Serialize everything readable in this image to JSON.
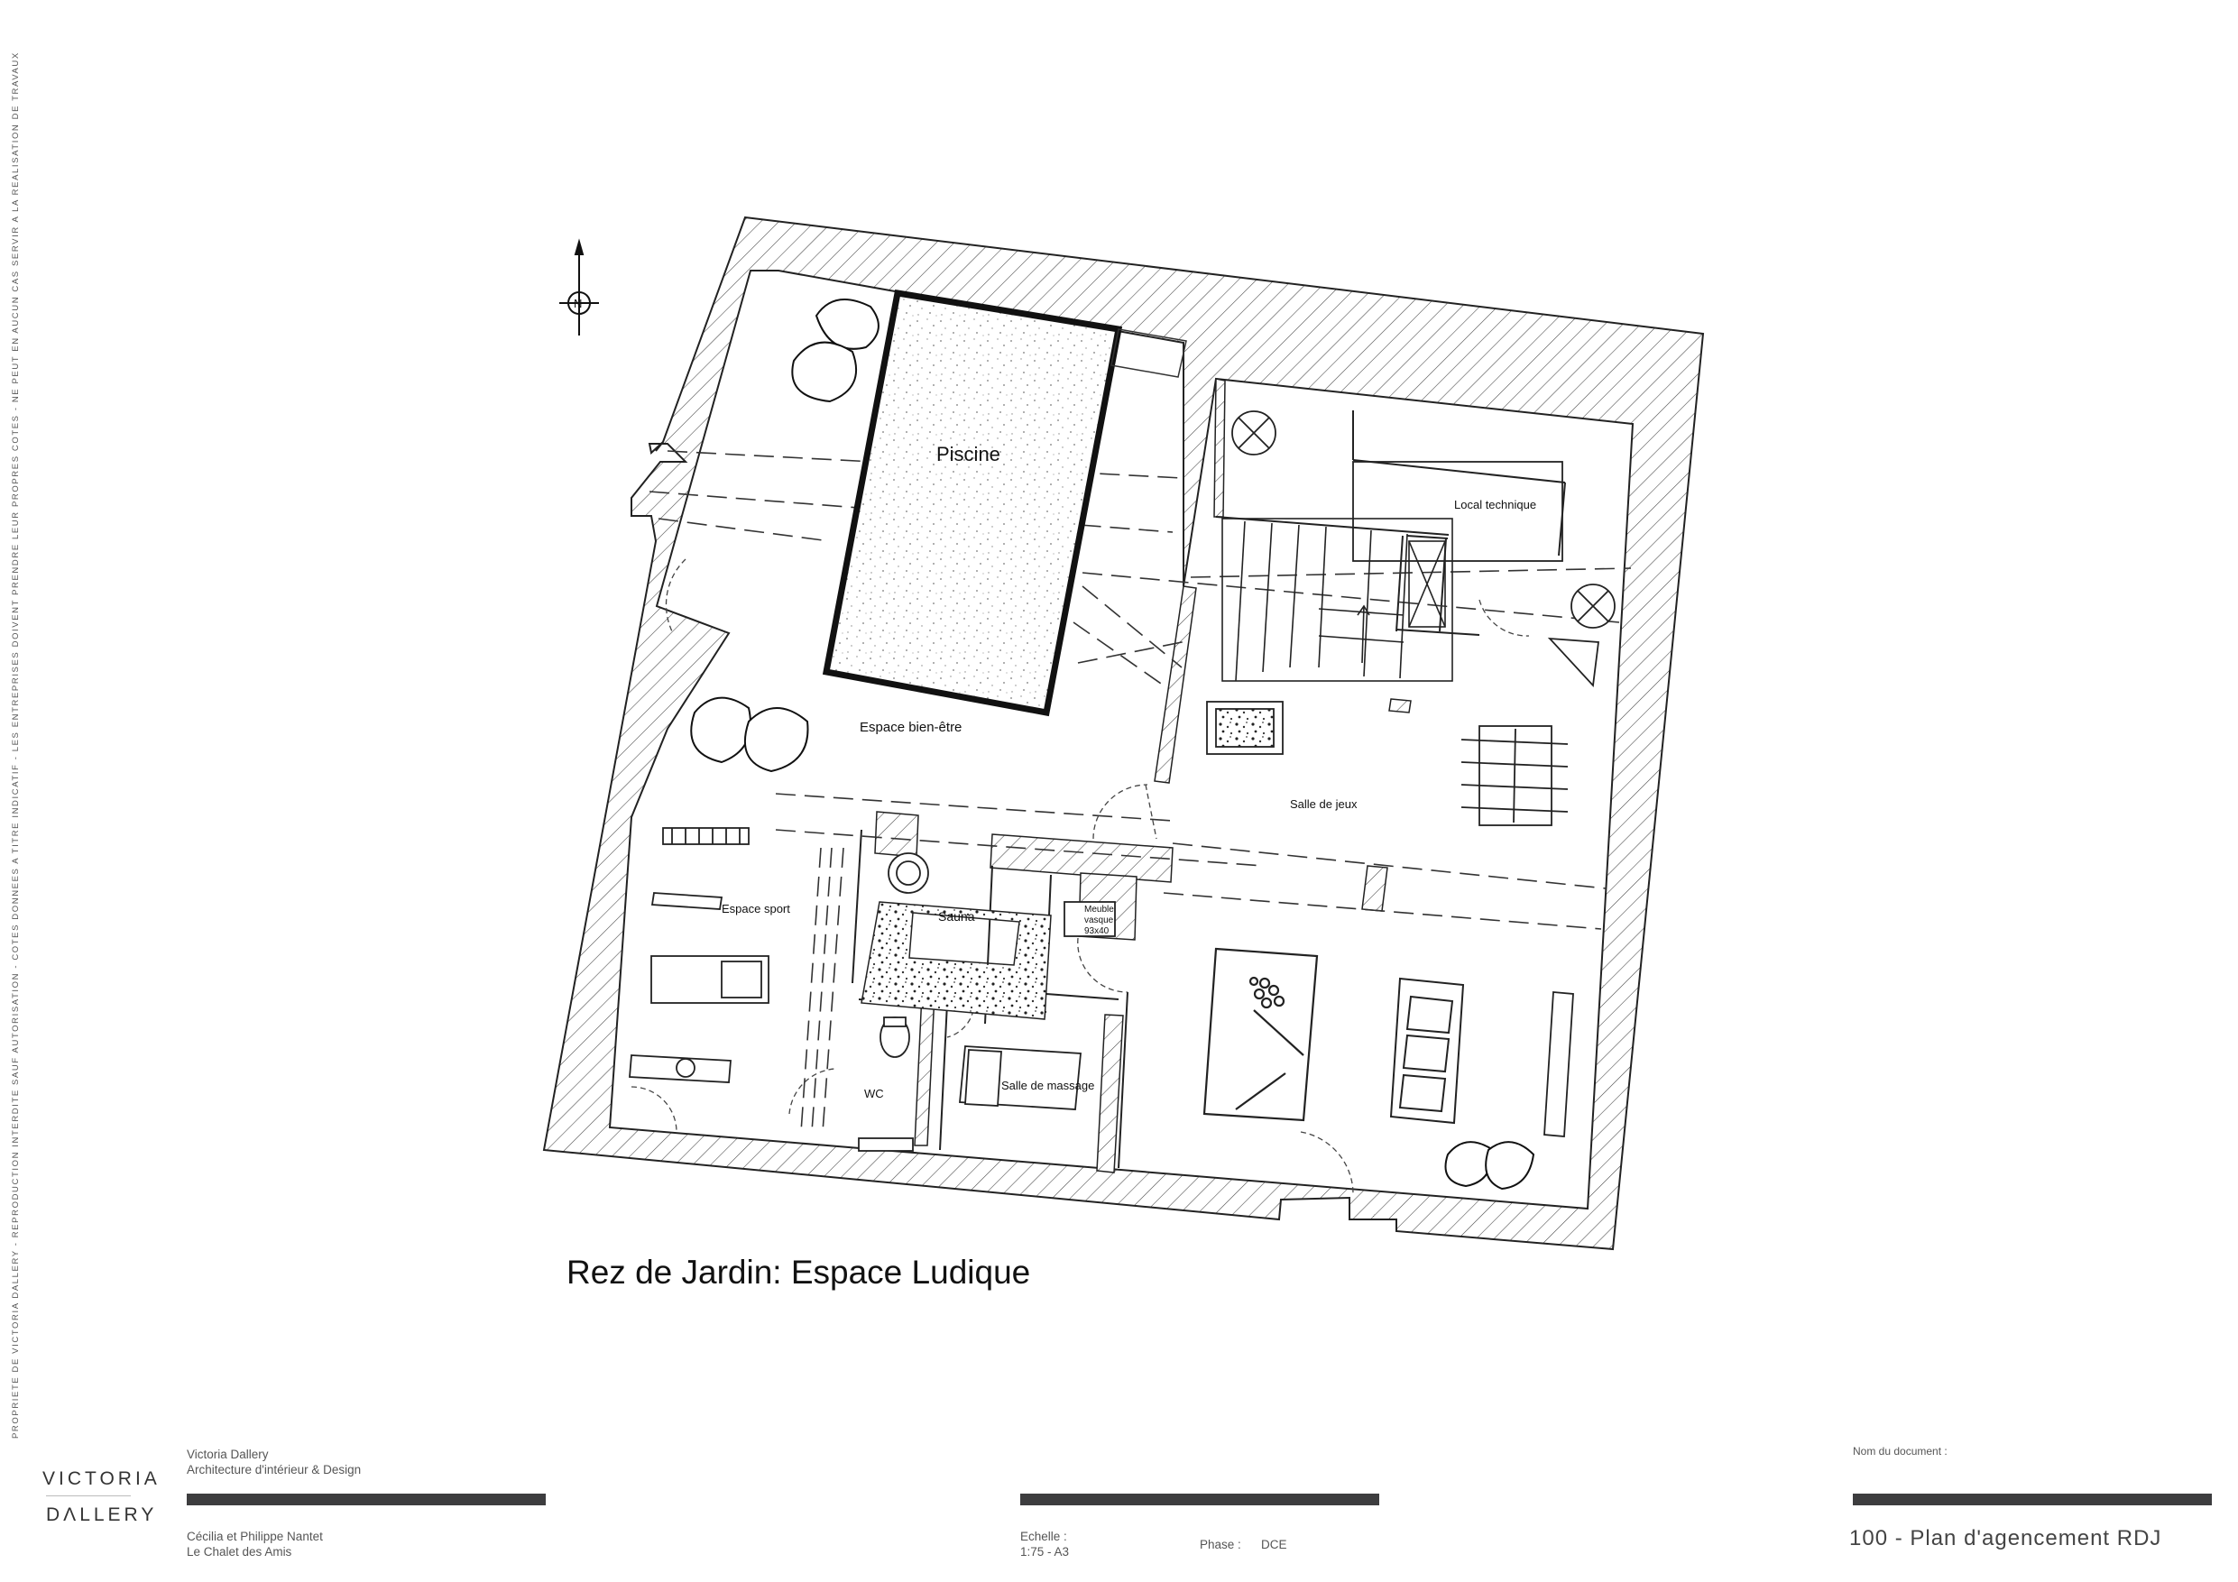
{
  "disclaimer": "PROPRIETE DE VICTORIA DALLERY - REPRODUCTION INTERDITE SAUF AUTORISATION - COTES DONNEES A TITRE INDICATIF - LES ENTREPRISES DOIVENT PRENDRE LEUR PROPRES COTES - NE PEUT EN AUCUN CAS SERVIR A LA REALISATION DE TRAVAUX",
  "compass": {
    "label": "N"
  },
  "rooms": {
    "piscine": "Piscine",
    "local_technique": "Local technique",
    "espace_bien_etre": "Espace bien-être",
    "salle_de_jeux": "Salle de jeux",
    "espace_sport": "Espace sport",
    "sauna": "Sauna",
    "meuble_vasque_line1": "Meuble",
    "meuble_vasque_line2": "vasque",
    "meuble_vasque_line3": "93x40",
    "salle_de_massage": "Salle de massage",
    "wc": "WC"
  },
  "sheet_title": "Rez de Jardin:  Espace Ludique",
  "title_block": {
    "designer_name": "Victoria Dallery",
    "designer_role": "Architecture d'intérieur & Design",
    "client_name": "Cécilia et Philippe Nantet",
    "project_name": "Le Chalet des Amis",
    "scale_label": "Echelle :",
    "scale_value": "1:75 - A3",
    "phase_label": "Phase :",
    "phase_value": "DCE",
    "doc_label": "Nom du document :",
    "doc_name": "100 - Plan d'agencement RDJ"
  },
  "logo": {
    "line1": "VICTORIA",
    "line2": "DΛLLERY"
  }
}
